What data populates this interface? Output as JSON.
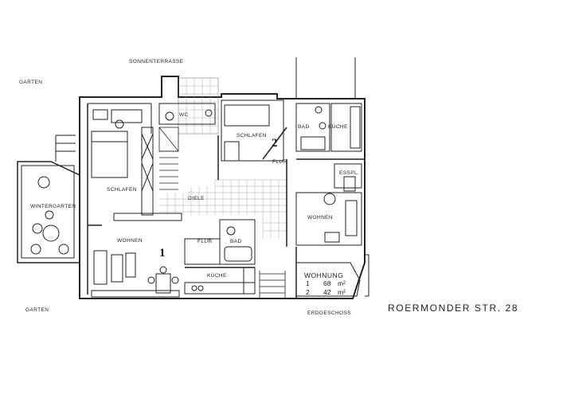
{
  "labels": {
    "sonnenterrasse": "SONNENTERRASSE",
    "garten_top": "GARTEN",
    "garten_bottom": "GARTEN",
    "wintergarten": "WINTERGARTEN",
    "schlafen_left": "SCHLAFEN",
    "wohnen_left": "WOHNEN",
    "diele": "DIELE",
    "wc": "WC",
    "flur_center": "FLUR",
    "bad_center": "BAD",
    "kueche_center": "KÜCHE",
    "schlafen_right": "SCHLAFEN",
    "flur_right": "FLUR",
    "bad_right": "BAD",
    "kueche_right": "KÜCHE",
    "esspl": "ESSPL.",
    "wohnen_right": "WOHNEN",
    "erdgeschoss": "ERDGESCHOSS"
  },
  "unit_numbers": {
    "unit1": "1",
    "unit2": "2"
  },
  "wohnung": {
    "title": "WOHNUNG",
    "rows": [
      {
        "no": "1",
        "area": "68",
        "unit": "m²"
      },
      {
        "no": "2",
        "area": "42",
        "unit": "m²"
      }
    ]
  },
  "street": "ROERMONDER STR. 28"
}
